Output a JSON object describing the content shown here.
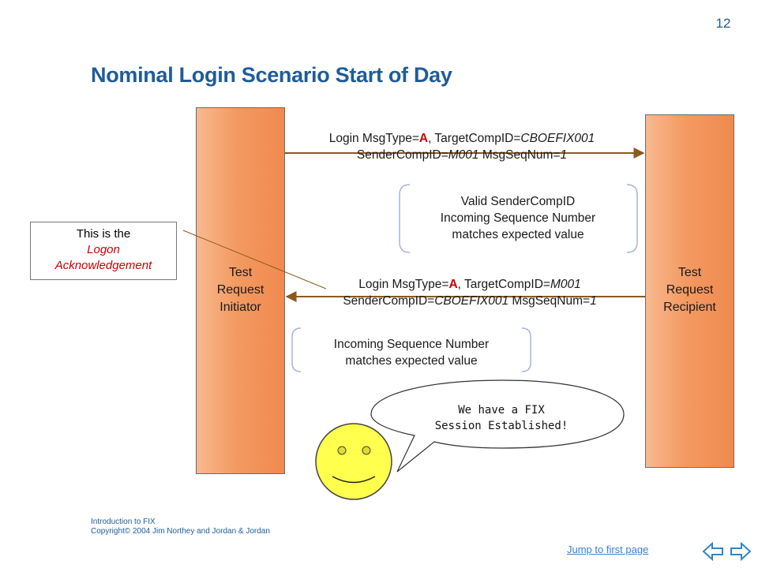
{
  "slide": {
    "page_number": "12",
    "title": "Nominal Login Scenario Start of Day"
  },
  "initiator": {
    "line1": "Test",
    "line2": "Request",
    "line3": "Initiator"
  },
  "recipient": {
    "line1": "Test",
    "line2": "Request",
    "line3": "Recipient"
  },
  "message_1": {
    "a": "Login MsgType=",
    "type": "A",
    "b": ", TargetCompID=",
    "target": "CBOEFIX001",
    "c": "SenderCompID=",
    "sender": "M001",
    "d": " MsgSeqNum=",
    "seq": "1"
  },
  "validation_1": {
    "line1": "Valid SenderCompID",
    "line2": "Incoming Sequence Number",
    "line3": "matches expected value"
  },
  "message_2": {
    "a": "Login MsgType=",
    "type": "A",
    "b": ", TargetCompID=",
    "target": "M001",
    "c": "SenderCompID=",
    "sender": "CBOEFIX001",
    "d": " MsgSeqNum=",
    "seq": "1"
  },
  "validation_2": {
    "line1": "Incoming Sequence Number",
    "line2": "matches expected value"
  },
  "callout": {
    "line1": "This is the",
    "line2": "Logon",
    "line3": "Acknowledgement"
  },
  "speech_bubble": {
    "line1": "We have a FIX",
    "line2": "Session Established!"
  },
  "footer": {
    "line1": "Introduction to FIX",
    "line2": "Copyright© 2004 Jim Northey and  Jordan & Jordan"
  },
  "nav": {
    "jump_label": "Jump to first page",
    "prev_icon": "left-arrow-icon",
    "next_icon": "right-arrow-icon"
  },
  "colors": {
    "title": "#1f5c99",
    "arrow": "#8b5a1e",
    "bar": "#f39a62",
    "highlight": "#cc0000",
    "smiley": "#ffff4d",
    "bracket": "#a8b4d8"
  }
}
